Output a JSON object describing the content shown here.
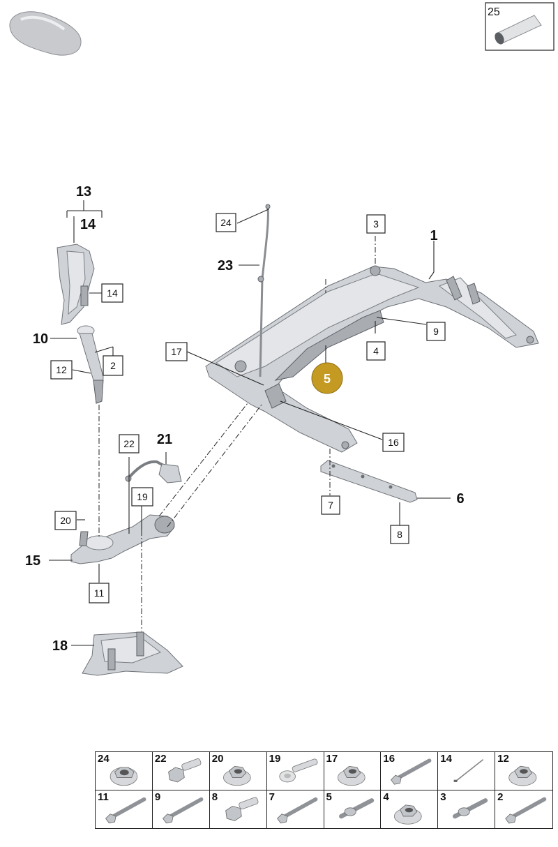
{
  "callouts": {
    "1": "1",
    "2": "2",
    "3": "3",
    "4": "4",
    "5": "5",
    "6": "6",
    "7": "7",
    "8": "8",
    "9": "9",
    "10": "10",
    "11": "11",
    "12": "12",
    "13": "13",
    "14": "14",
    "15": "15",
    "16": "16",
    "17": "17",
    "18": "18",
    "19": "19",
    "20": "20",
    "21": "21",
    "22": "22",
    "23": "23",
    "24": "24",
    "25": "25"
  },
  "parts_table": [
    {
      "num": "24",
      "icon": "flange-nut-icon"
    },
    {
      "num": "22",
      "icon": "hex-bolt-icon"
    },
    {
      "num": "20",
      "icon": "collar-nut-icon"
    },
    {
      "num": "19",
      "icon": "washer-bolt-icon"
    },
    {
      "num": "17",
      "icon": "collar-nut-icon"
    },
    {
      "num": "16",
      "icon": "long-bolt-icon"
    },
    {
      "num": "14",
      "icon": "cable-tie-icon"
    },
    {
      "num": "12",
      "icon": "collar-nut-icon"
    },
    {
      "num": "11",
      "icon": "long-bolt-icon"
    },
    {
      "num": "9",
      "icon": "long-bolt-icon"
    },
    {
      "num": "8",
      "icon": "hex-bolt-icon"
    },
    {
      "num": "7",
      "icon": "long-bolt-icon"
    },
    {
      "num": "5",
      "icon": "stud-bolt-icon"
    },
    {
      "num": "4",
      "icon": "collar-nut-icon"
    },
    {
      "num": "3",
      "icon": "stud-bolt-icon"
    },
    {
      "num": "2",
      "icon": "long-bolt-icon"
    }
  ],
  "colors": {
    "highlight_badge": "#c49a22",
    "line": "#222222",
    "part_fill": "#cfd2d6"
  }
}
